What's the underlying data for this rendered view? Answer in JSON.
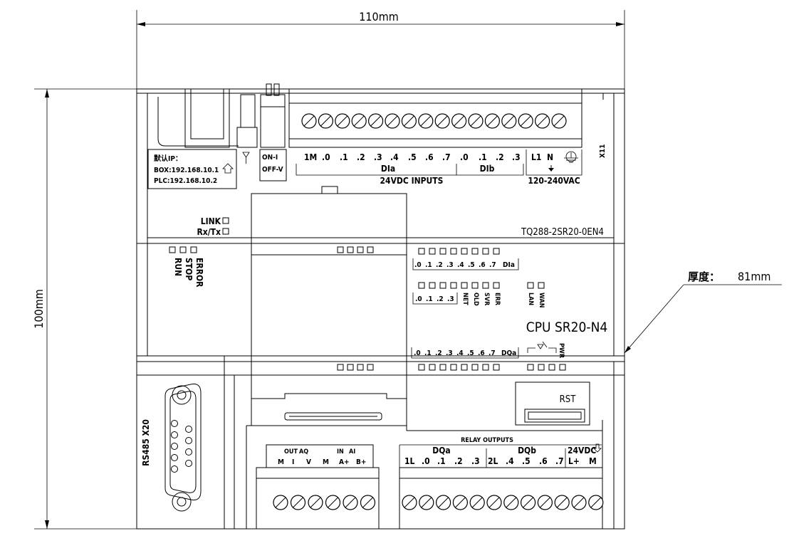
{
  "dimensions": {
    "width_label": "110mm",
    "height_label": "100mm",
    "thickness_label": "厚度：",
    "thickness_value": "81mm"
  },
  "network_label": {
    "title": "默认IP：",
    "box_ip": "BOX:192.168.10.1",
    "plc_ip": "PLC:192.168.10.2"
  },
  "switch_labels": [
    "ON-I",
    "OFF-V"
  ],
  "input_terminals": {
    "labels": [
      "1M",
      ".0",
      ".1",
      ".2",
      ".3",
      ".4",
      ".5",
      ".6",
      ".7",
      ".0",
      ".1",
      ".2",
      ".3"
    ],
    "group_a": "DIa",
    "group_b": "DIb",
    "caption": "24VDC INPUTS"
  },
  "power_terminals": {
    "labels": [
      "L1",
      "N"
    ],
    "caption": "120-240VAC",
    "block_id": "X11"
  },
  "status_leds": {
    "link": "LINK",
    "rxtx": "Rx/Tx",
    "run": "RUN",
    "stop": "STOP",
    "error": "ERROR"
  },
  "model_number": "TQ288-2SR20-0EN4",
  "cpu_name": "CPU SR20-N4",
  "led_rows": {
    "dia_labels": [
      ".0",
      ".1",
      ".2",
      ".3",
      ".4",
      ".5",
      ".6",
      ".7",
      "DIa"
    ],
    "dib_labels": [
      ".0",
      ".1",
      ".2",
      ".3"
    ],
    "dib_status": [
      "NET",
      "OLD",
      "SVR",
      "ERR"
    ],
    "lan_wan": [
      "LAN",
      "WAN"
    ],
    "dqa_labels": [
      ".0",
      ".1",
      ".2",
      ".3",
      ".4",
      ".5",
      ".6",
      ".7",
      "DQa"
    ],
    "pwr": "PWR"
  },
  "rs485_label": "RS485 X20",
  "reset_label": "RST",
  "analog_terminals": {
    "out": "OUT",
    "aq": "AQ",
    "in": "IN",
    "ai": "AI",
    "labels": [
      "M",
      "I",
      "V",
      "M",
      "A+",
      "B+"
    ]
  },
  "relay_outputs": {
    "caption": "RELAY OUTPUTS",
    "group_a": "DQa",
    "group_b": "DQb",
    "labels_a": [
      "1L",
      ".0",
      ".1",
      ".2",
      ".3"
    ],
    "labels_b": [
      "2L",
      ".4",
      ".5",
      ".6",
      ".7"
    ],
    "supply": "24VDC",
    "supply_labels": [
      "L+",
      "M"
    ]
  }
}
